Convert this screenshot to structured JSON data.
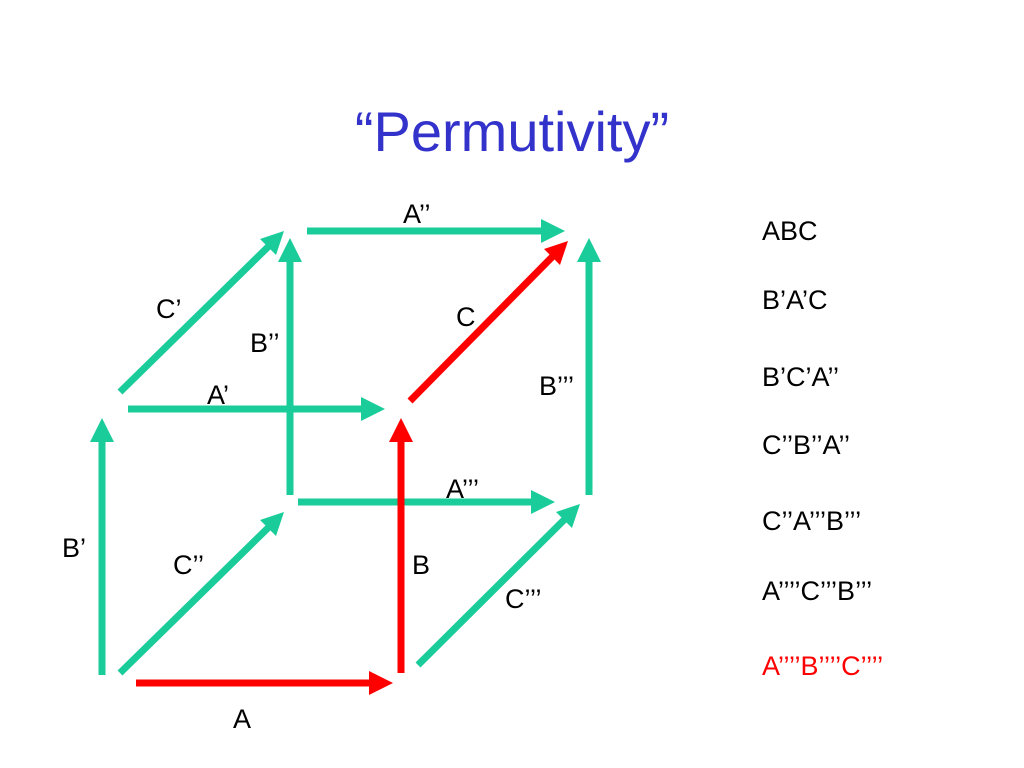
{
  "title": "“Permutivity”",
  "colors": {
    "title": "#3333cc",
    "edge": "#19cc99",
    "highlight": "#ff0000",
    "text": "#000000"
  },
  "edge_labels": {
    "a_bottom": "A",
    "a_prime": "A’",
    "a_double": "A’’",
    "a_triple": "A’’’",
    "b_right_front": "B",
    "b_prime": "B’",
    "b_double": "B’’",
    "b_triple": "B’’’",
    "c_top_front": "C",
    "c_prime": "C’",
    "c_double": "C’’",
    "c_triple": "C’’’"
  },
  "permutations": [
    {
      "text": "ABC",
      "highlight": false
    },
    {
      "text": "B’A’C",
      "highlight": false
    },
    {
      "text": "B’C’A’’",
      "highlight": false
    },
    {
      "text": "C’’B’’A’’",
      "highlight": false
    },
    {
      "text": "C’’A’’’B’’’",
      "highlight": false
    },
    {
      "text": "A’’’’C’’’B’’’",
      "highlight": false
    },
    {
      "text": "A’’’’B’’’’C’’’’",
      "highlight": true
    }
  ]
}
